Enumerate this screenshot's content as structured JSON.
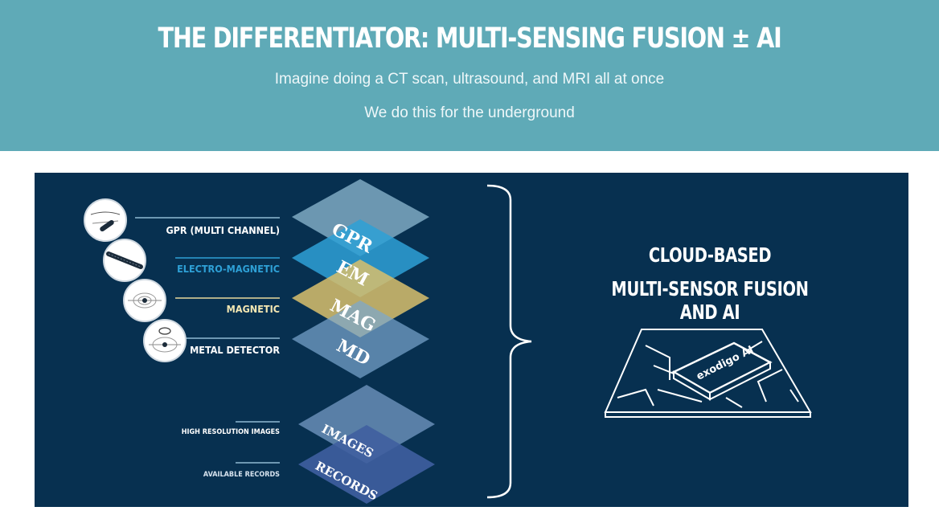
{
  "header": {
    "title": "THE DIFFERENTIATOR: MULTI-SENSING FUSION ± AI",
    "subtitle_1": "Imagine doing a CT scan, ultrasound, and MRI all at once",
    "subtitle_2": "We do this for the underground"
  },
  "sensors": [
    {
      "label": "GPR (MULTI CHANNEL)",
      "layer": "GPR",
      "color": "#8fb9d2"
    },
    {
      "label": "ELECTRO-MAGNETIC",
      "layer": "EM",
      "color": "#2ea0d6"
    },
    {
      "label": "MAGNETIC",
      "layer": "MAG",
      "color": "#d8bf6c"
    },
    {
      "label": "METAL DETECTOR",
      "layer": "MD",
      "color": "#7aa6cf"
    }
  ],
  "data_sources": [
    {
      "label": "HIGH RESOLUTION IMAGES",
      "layer": "IMAGES",
      "color": "#6e93bd"
    },
    {
      "label": "AVAILABLE RECORDS",
      "layer": "RECORDS",
      "color": "#3f5fa0"
    }
  ],
  "fusion": {
    "line_1": "CLOUD-BASED",
    "line_2": "MULTI-SENSOR FUSION AND AI",
    "chip_brand": "exodigo AI"
  }
}
